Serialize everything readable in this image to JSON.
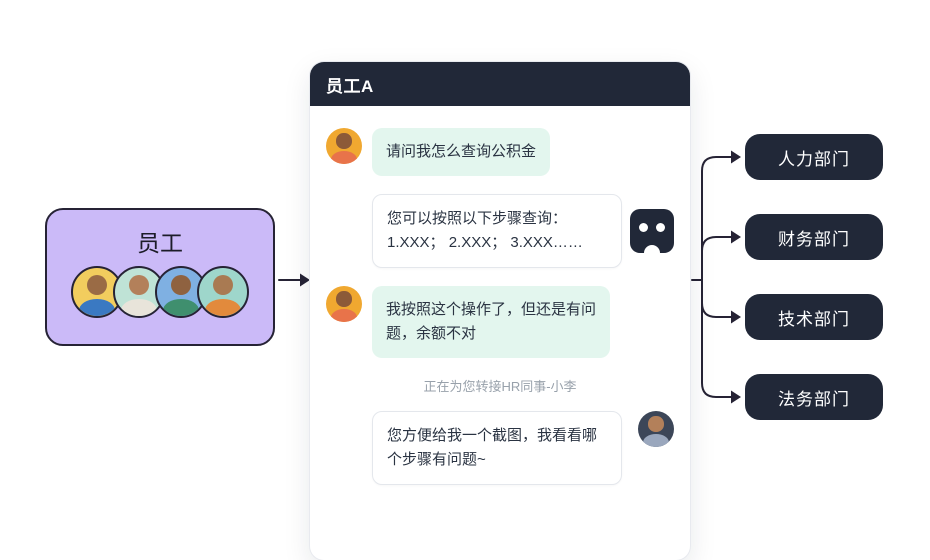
{
  "left_box": {
    "label": "员工",
    "avatars": [
      "employee-avatar-1",
      "employee-avatar-2",
      "employee-avatar-3",
      "employee-avatar-4"
    ]
  },
  "chat": {
    "title": "员工A",
    "messages": [
      {
        "sender": "employee",
        "text": "请问我怎么查询公积金"
      },
      {
        "sender": "bot",
        "text": "您可以按照以下步骤查询：1.XXX； 2.XXX； 3.XXX……"
      },
      {
        "sender": "employee",
        "text": "我按照这个操作了，但还是有问题，余额不对"
      },
      {
        "sender": "system",
        "text": "正在为您转接HR同事-小李"
      },
      {
        "sender": "hr-agent",
        "text": "您方便给我一个截图，我看看哪个步骤有问题~"
      }
    ]
  },
  "departments": [
    {
      "label": "人力部门"
    },
    {
      "label": "财务部门"
    },
    {
      "label": "技术部门"
    },
    {
      "label": "法务部门"
    }
  ],
  "colors": {
    "dark": "#212838",
    "purple": "#cbbaf8",
    "mint_bubble": "#e3f6ee",
    "line": "#262335"
  }
}
